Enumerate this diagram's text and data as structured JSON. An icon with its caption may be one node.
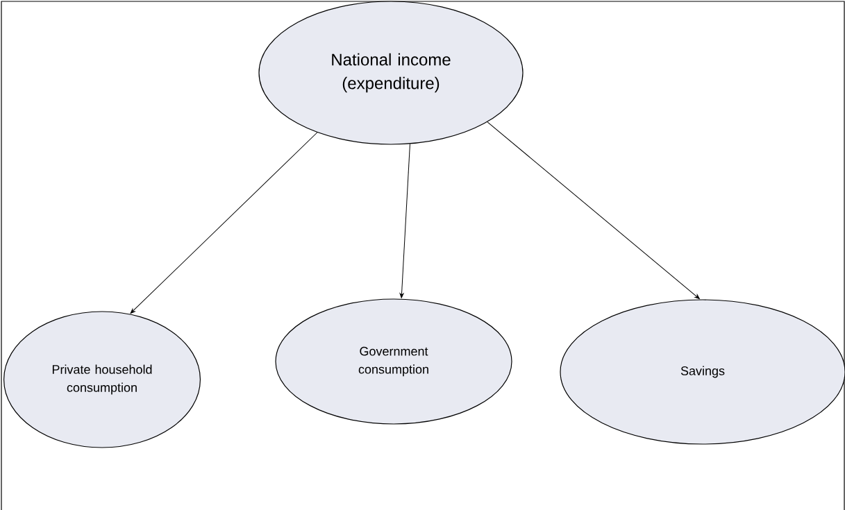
{
  "diagram": {
    "nodes": [
      {
        "text": [
          "National income (expenditure)"
        ]
      },
      {
        "text": [
          "Private household consumption"
        ]
      },
      {
        "text": [
          "Government consumption"
        ]
      },
      {
        "text": [
          "Savings"
        ]
      }
    ],
    "edges": [
      {
        "from": 0,
        "to": 1,
        "arrow": "to"
      },
      {
        "from": 0,
        "to": 2,
        "arrow": "to"
      },
      {
        "from": 0,
        "to": 3,
        "arrow": "to"
      }
    ]
  }
}
